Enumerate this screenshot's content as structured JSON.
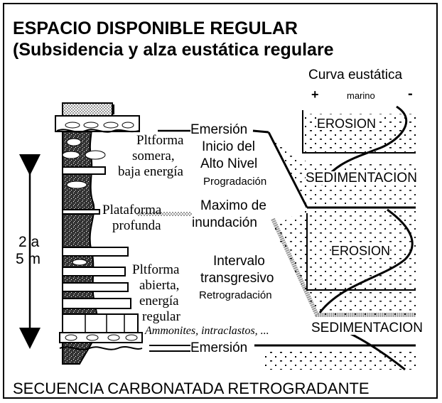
{
  "title": "ESPACIO DISPONIBLE REGULAR",
  "subtitle": "(Subsidencia y alza eustática regulare",
  "thickness": {
    "a": "2 a",
    "b": "5 m"
  },
  "facies": {
    "somera_1": "Pltforma",
    "somera_2": "somera,",
    "somera_3": "baja energía",
    "profunda_1": "Plataforma",
    "profunda_2": "profunda",
    "abierta_1": "Pltforma",
    "abierta_2": "abierta,",
    "abierta_3": "energía",
    "abierta_4": "regular",
    "fossils": "Ammonites, intraclastos, ..."
  },
  "events": {
    "emersion_top": "Emersión",
    "alto_1": "Inicio del",
    "alto_2": "Alto Nivel",
    "progradacion": "Progradación",
    "maximo_1": "Maximo de",
    "maximo_2": "inundación",
    "trans_1": "Intervalo",
    "trans_2": "transgresivo",
    "retrogradacion": "Retrogradación",
    "emersion_bottom": "Emersión"
  },
  "curve": {
    "title": "Curva eustática",
    "plus": "+",
    "marino": "marino",
    "minus": "-",
    "erosion_1": "EROSION",
    "sedimentacion_1": "SEDIMENTACION",
    "erosion_2": "EROSION",
    "sedimentacion_2": "SEDIMENTACION"
  },
  "footer": "SECUENCIA CARBONATADA RETROGRADANTE"
}
